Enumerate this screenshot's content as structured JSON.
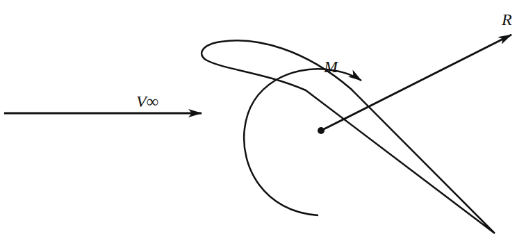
{
  "diagram": {
    "labels": [
      "V∞",
      "M",
      "R"
    ]
  }
}
